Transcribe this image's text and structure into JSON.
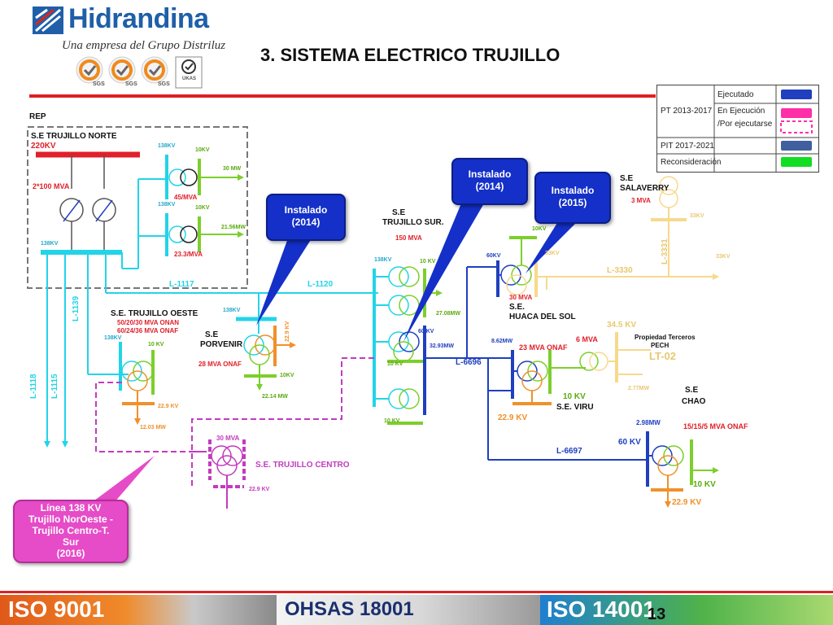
{
  "header": {
    "company": "Hidrandina",
    "tagline": "Una empresa del Grupo Distriluz",
    "certs": [
      "SGS",
      "SGS",
      "SGS",
      "UKAS"
    ],
    "title": "3. SISTEMA ELECTRICO  TRUJILLO"
  },
  "legend": {
    "rows": [
      {
        "period": "PT 2013-2017",
        "status": "Ejecutado",
        "color": "#1f3fbf"
      },
      {
        "period": "",
        "status": "En Ejecución\n/Por ejecutarse",
        "color": "#ff2fa8"
      },
      {
        "period": "PIT 2017-2021",
        "status": "",
        "color": "#3f5f9f"
      },
      {
        "period": "Reconsideración",
        "status": "",
        "color": "#11dd22"
      }
    ],
    "period_pt": "PT 2013-2017",
    "period_pit": "PIT 2017-2021",
    "ejecutado": "Ejecutado",
    "en_ejecucion_1": "En Ejecución",
    "en_ejecucion_2": "/Por ejecutarse",
    "reconsideracion": "Reconsideración"
  },
  "callouts": {
    "porvenir": {
      "line1": "Instalado",
      "line2": "(2014)"
    },
    "tsur": {
      "line1": "Instalado",
      "line2": "(2014)"
    },
    "huaca": {
      "line1": "Instalado",
      "line2": "(2015)"
    },
    "linea": {
      "lines": [
        "Línea 138 KV",
        "Trujillo NorOeste -",
        "Trujillo Centro-T.",
        "Sur",
        "(2016)"
      ]
    }
  },
  "labels": {
    "rep": "REP",
    "se_trujillo_norte": "S.E TRUJILLO NORTE",
    "kv220": "220KV",
    "mva_2x100": "2*100 MVA",
    "kv138_a": "138KV",
    "kv138_b": "138KV",
    "kv138_c": "138KV",
    "kv10_a": "10KV",
    "kv10_b": "10KV",
    "mw_30": "30  MW",
    "mva_45": "45/MVA",
    "mw_21": "21.56MW",
    "mva_23_3": "23.3/MVA",
    "l1117": "L-1117",
    "l1120": "L-1120",
    "l1139": "L-1139",
    "l1118": "L-1118",
    "l1115": "L-1115",
    "se_trujillo_oeste": "S.E. TRUJILLO OESTE",
    "oeste_spec1": "50/20/30 MVA ONAN",
    "oeste_spec2": "60/24/36 MVA ONAF",
    "kv138_oeste": "138KV",
    "kv10_oeste": "10 KV",
    "kv22_9_oeste": "22.9 KV",
    "mw_12": "12.03 MW",
    "se_porvenir_1": "S.E",
    "se_porvenir_2": "PORVENIR",
    "mva_28": "28 MVA ONAF",
    "kv138_porv": "138KV",
    "kv22_porv": "22.9 KV",
    "kv10_porv": "10KV",
    "mw_22": "22.14 MW",
    "se_tsur_1": "S.E",
    "se_tsur_2": "TRUJILLO SUR.",
    "mva_150": "150 MVA",
    "kv138_tsur": "138KV",
    "kv10_tsur1": "10 KV",
    "mw_27": "27.08MW",
    "kv60_tsur": "60 KV",
    "mw_32": "32.93MW",
    "kv10_tsur2": "10 KV",
    "kv10_tsur3": "10 KV",
    "l6696": "L-6696",
    "kv60_huaca": "60KV",
    "mva_30_huaca": "30 MVA",
    "se_huaca_1": "S.E.",
    "se_huaca_2": "HUACA DEL SOL",
    "kv10_huaca": "10KV",
    "kv33_huaca": "33KV",
    "l3330": "L-3330",
    "l3331": "L-3331",
    "kv33_sal": "33KV",
    "kv33_b": "33KV",
    "se_sal_1": "S.E",
    "se_sal_2": "SALAVERRY",
    "mva_3": "3 MVA",
    "mw_8": "8.62MW",
    "mva_23_viru": "23 MVA ONAF",
    "mva_6": "6 MVA",
    "kv34_5": "34.5 KV",
    "prop_terceros": "Propiedad Terceros",
    "pech": "PECH",
    "lt02": "LT-02",
    "mw_2_77": "2.77MW",
    "kv10_viru": "10 KV",
    "se_viru": "S.E. VIRU",
    "kv22_viru": "22.9 KV",
    "l6697": "L-6697",
    "se_chao_1": "S.E",
    "se_chao_2": "CHAO",
    "mw_2_98": "2.98MW",
    "mva_chao": "15/15/5 MVA ONAF",
    "kv60_chao": "60 KV",
    "kv10_chao": "10 KV",
    "kv22_chao": "22.9 KV",
    "mva_30_centro": "30 MVA",
    "se_centro": "S.E. TRUJILLO CENTRO",
    "kv22_centro": "22.9 KV"
  },
  "footer": {
    "iso9001": "ISO  9001",
    "ohsas": "OHSAS  18001",
    "iso14001": "ISO  14001",
    "page": "13"
  }
}
